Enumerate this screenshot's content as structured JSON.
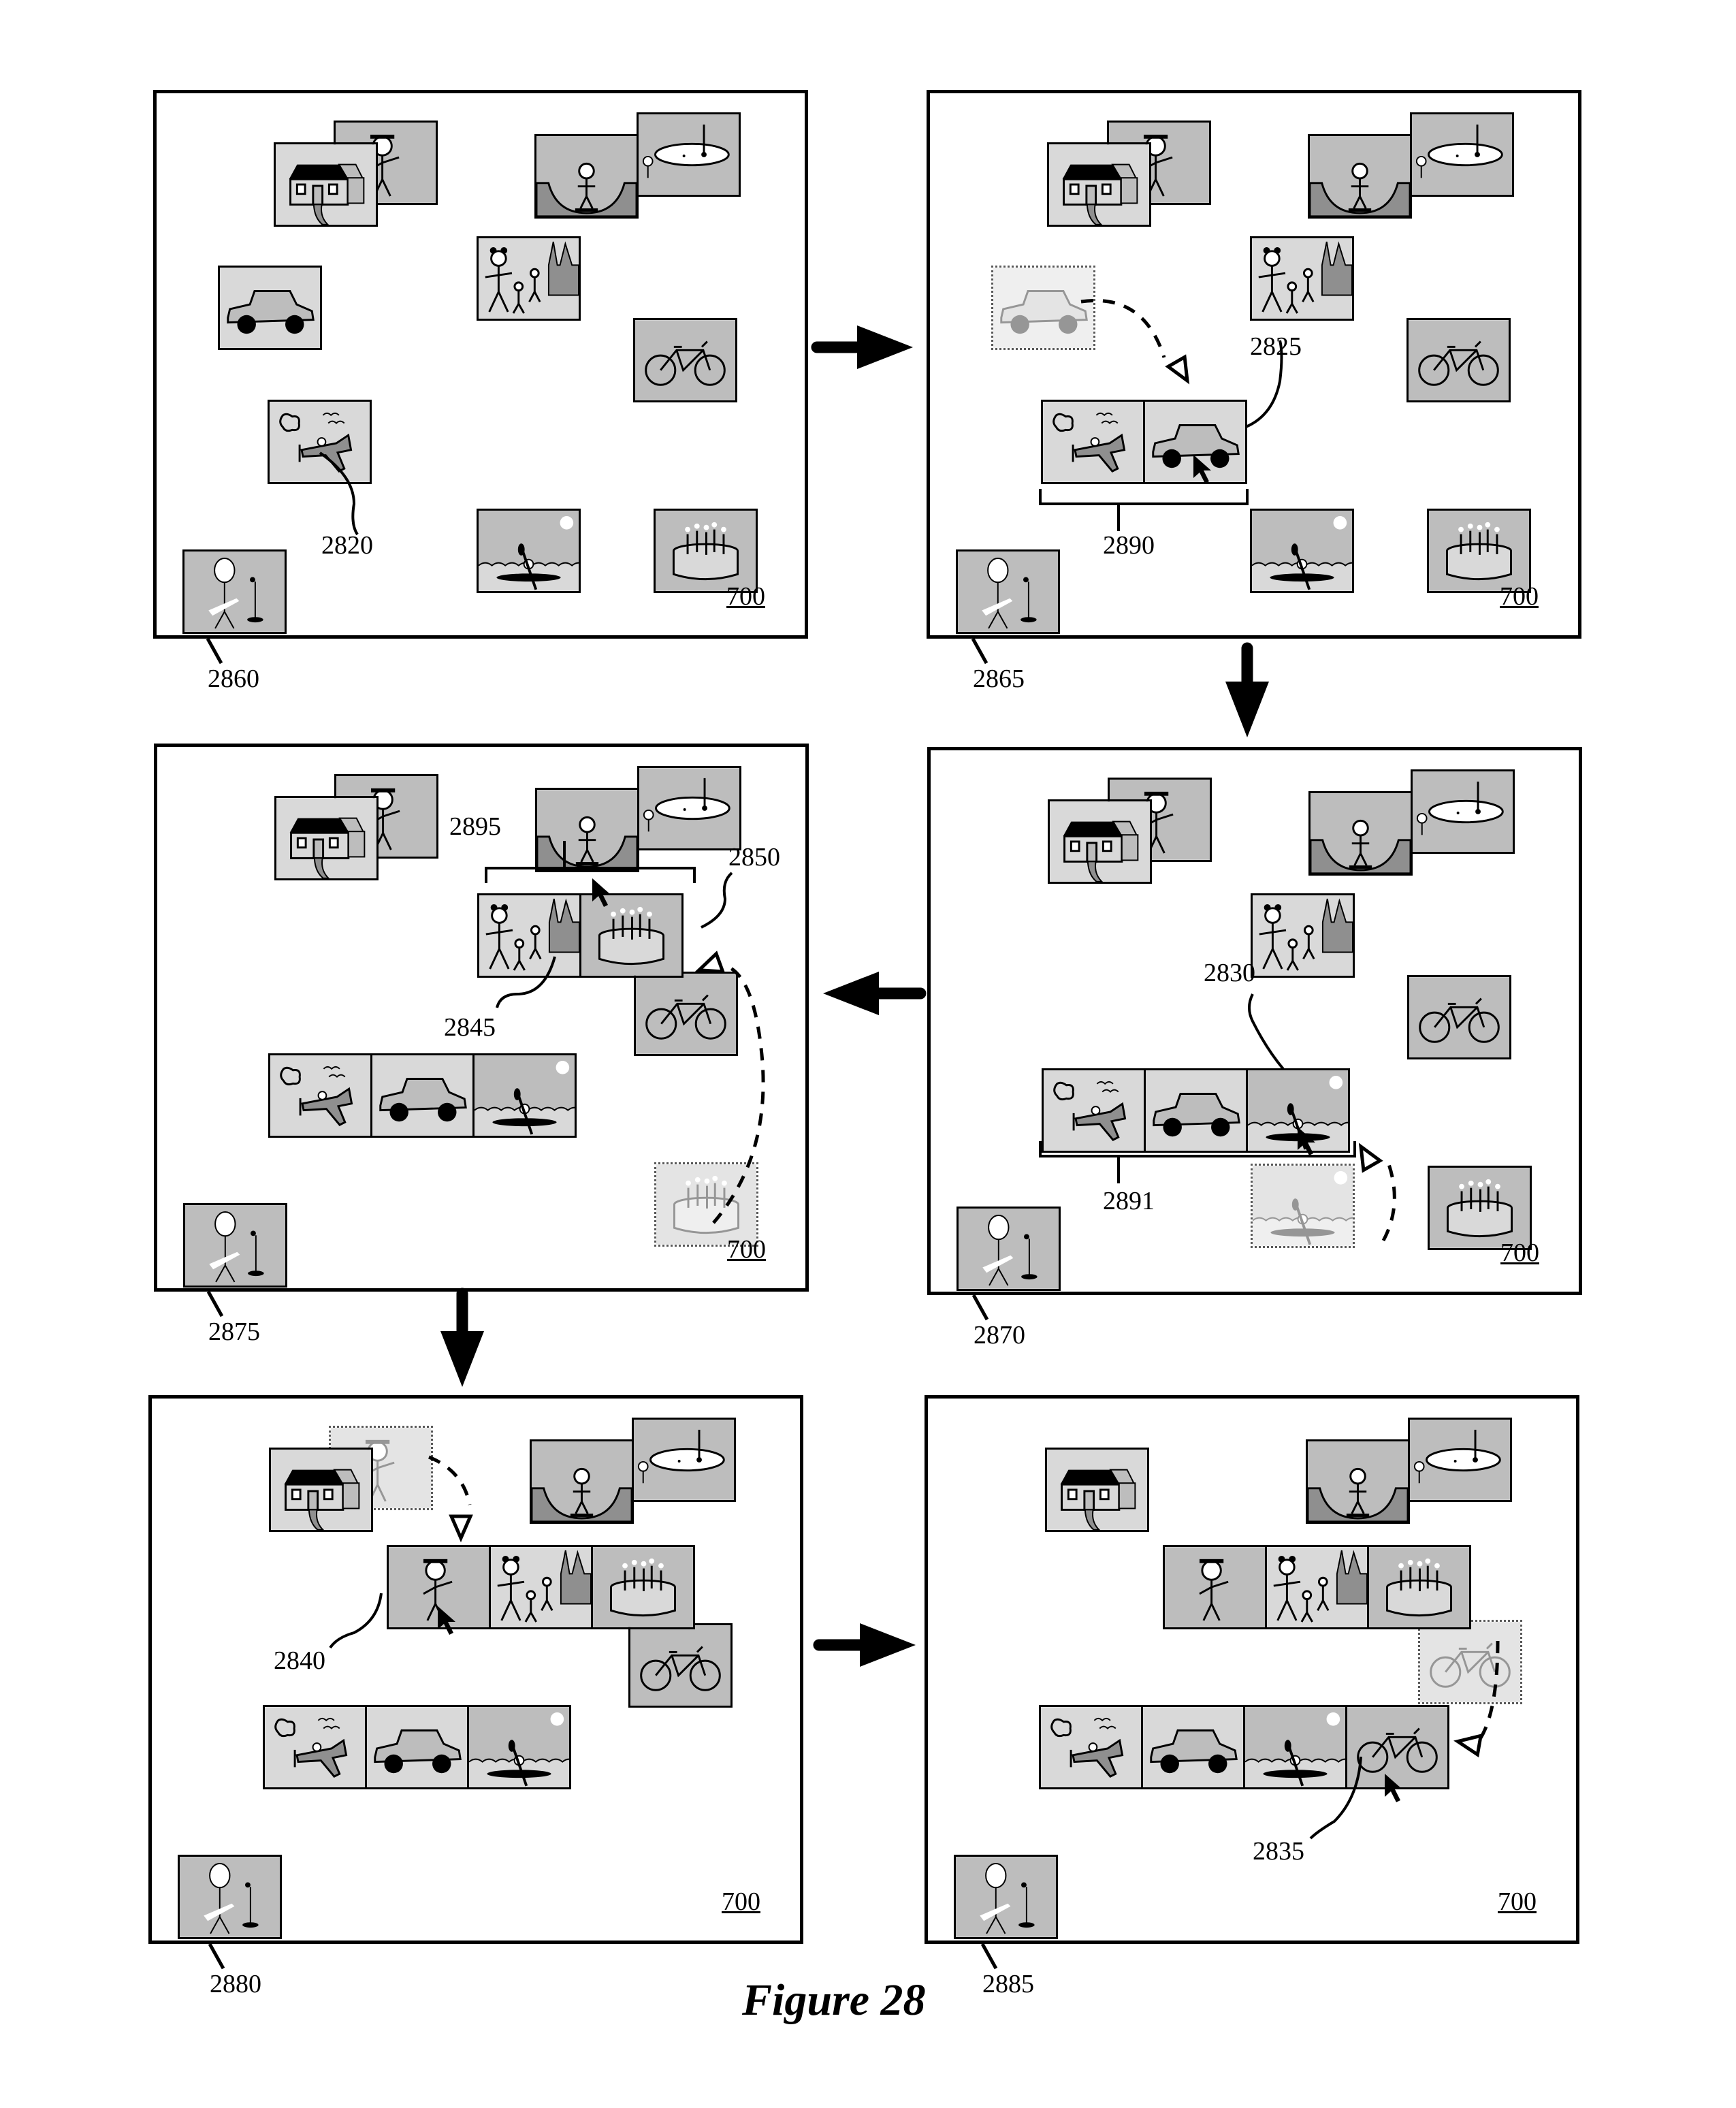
{
  "figure": {
    "caption": "Figure 28",
    "app_ref": "700"
  },
  "panels": [
    {
      "id": "2860",
      "stage": 1,
      "callouts": [
        {
          "label": "2820",
          "target": "airplane"
        }
      ],
      "loose_items": [
        "graduation",
        "house",
        "skateboard",
        "golf",
        "family",
        "car",
        "bicycle",
        "airplane",
        "kayak",
        "cake",
        "singer"
      ],
      "groups": [],
      "dragging": null
    },
    {
      "id": "2865",
      "stage": 2,
      "callouts": [
        {
          "label": "2825",
          "target": "car-in-group"
        },
        {
          "label": "2890",
          "target": "group-bracket"
        }
      ],
      "loose_items": [
        "graduation",
        "house",
        "skateboard",
        "golf",
        "family",
        "bicycle",
        "kayak",
        "cake",
        "singer"
      ],
      "groups": [
        {
          "items": [
            "airplane",
            "car"
          ],
          "bracket_label": "2890"
        }
      ],
      "dragging": {
        "item": "car",
        "status": "ghost-origin"
      }
    },
    {
      "id": "2870",
      "stage": 3,
      "callouts": [
        {
          "label": "2830",
          "target": "kayak-in-group"
        },
        {
          "label": "2891",
          "target": "group-bracket"
        }
      ],
      "loose_items": [
        "graduation",
        "house",
        "skateboard",
        "golf",
        "family",
        "bicycle",
        "cake",
        "singer"
      ],
      "groups": [
        {
          "items": [
            "airplane",
            "car",
            "kayak"
          ],
          "bracket_label": "2891"
        }
      ],
      "dragging": {
        "item": "kayak",
        "status": "ghost-origin"
      }
    },
    {
      "id": "2875",
      "stage": 4,
      "callouts": [
        {
          "label": "2895",
          "target": "group-bracket"
        },
        {
          "label": "2850",
          "target": "cake-in-group"
        },
        {
          "label": "2845",
          "target": "family-in-group"
        }
      ],
      "loose_items": [
        "graduation",
        "house",
        "skateboard",
        "golf",
        "bicycle",
        "singer"
      ],
      "groups": [
        {
          "items": [
            "family",
            "cake"
          ],
          "bracket_label": "2895"
        },
        {
          "items": [
            "airplane",
            "car",
            "kayak"
          ],
          "bracket_label": ""
        }
      ],
      "dragging": {
        "item": "cake",
        "status": "ghost-origin"
      }
    },
    {
      "id": "2880",
      "stage": 5,
      "callouts": [
        {
          "label": "2840",
          "target": "graduation-in-group"
        }
      ],
      "loose_items": [
        "house",
        "skateboard",
        "golf",
        "bicycle",
        "singer"
      ],
      "groups": [
        {
          "items": [
            "graduation",
            "family",
            "cake"
          ],
          "bracket_label": ""
        },
        {
          "items": [
            "airplane",
            "car",
            "kayak"
          ],
          "bracket_label": ""
        }
      ],
      "dragging": {
        "item": "graduation",
        "status": "ghost-origin"
      }
    },
    {
      "id": "2885",
      "stage": 6,
      "callouts": [
        {
          "label": "2835",
          "target": "bicycle-in-group"
        }
      ],
      "loose_items": [
        "house",
        "skateboard",
        "golf",
        "singer"
      ],
      "groups": [
        {
          "items": [
            "graduation",
            "family",
            "cake"
          ],
          "bracket_label": ""
        },
        {
          "items": [
            "airplane",
            "car",
            "kayak",
            "bicycle"
          ],
          "bracket_label": ""
        }
      ],
      "dragging": {
        "item": "bicycle",
        "status": "ghost-origin"
      }
    }
  ],
  "flow_arrows": [
    {
      "from": "2860",
      "to": "2865",
      "direction": "right"
    },
    {
      "from": "2865",
      "to": "2870",
      "direction": "down"
    },
    {
      "from": "2870",
      "to": "2875",
      "direction": "left"
    },
    {
      "from": "2875",
      "to": "2880",
      "direction": "down"
    },
    {
      "from": "2880",
      "to": "2885",
      "direction": "right"
    }
  ],
  "thumbnail_subjects": {
    "house": "house-photo",
    "graduation": "graduate-photo",
    "skateboard": "skateboarder-halfpipe-photo",
    "golf": "golf-green-photo",
    "family": "family-castle-photo",
    "car": "car-photo",
    "bicycle": "bicycle-photo",
    "airplane": "airplane-photo",
    "kayak": "kayak-photo",
    "cake": "birthday-cake-photo",
    "singer": "singer-microphone-photo"
  },
  "colors": {
    "light_fill": "#d9d9d9",
    "mid_fill": "#bdbdbd",
    "dark_fill": "#8f8f8f",
    "ink": "#000000"
  }
}
